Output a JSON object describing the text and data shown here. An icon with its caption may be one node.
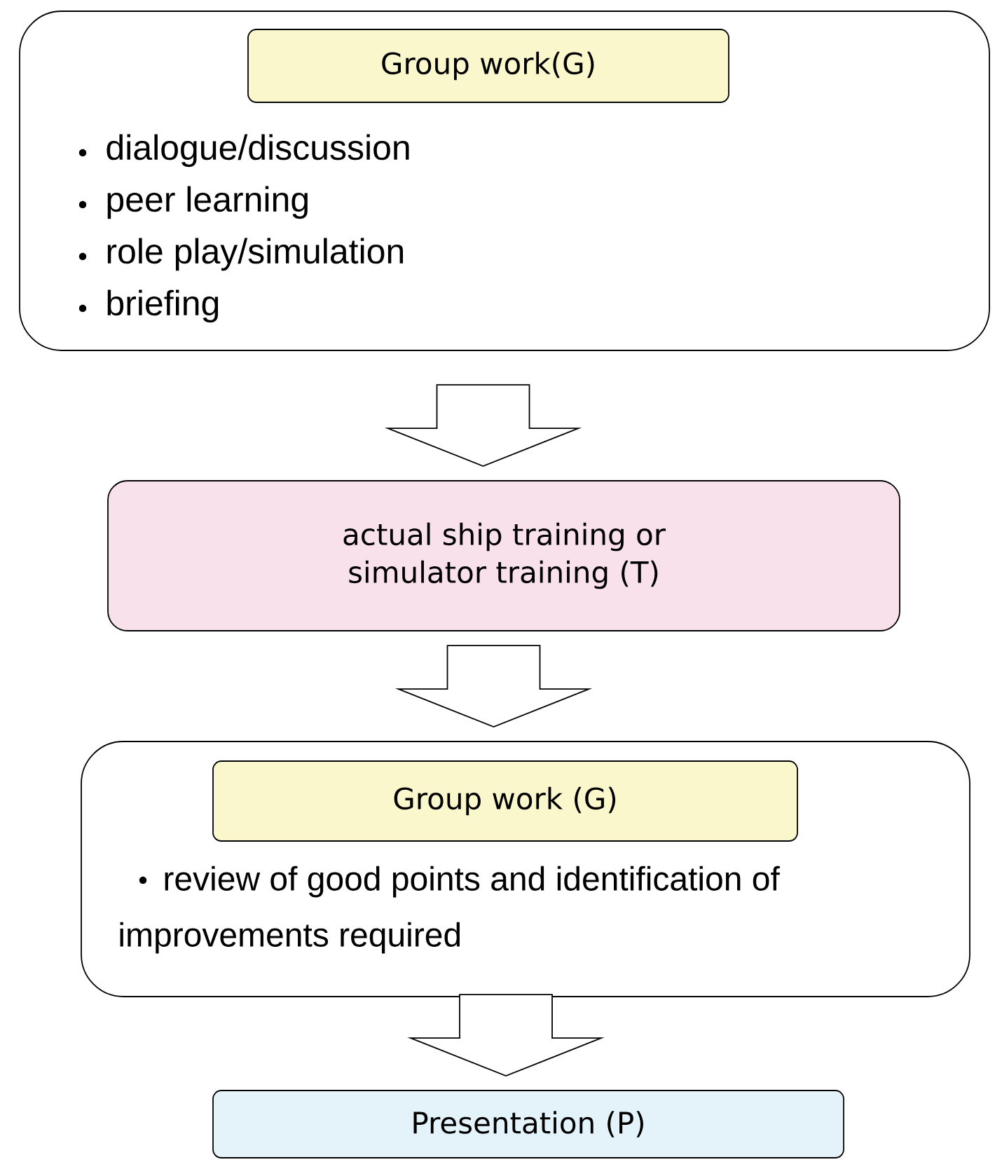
{
  "diagram": {
    "nodes": [
      {
        "text": [
          "dialogue/discussion",
          "peer learning",
          "role play/simulation",
          "briefing"
        ]
      },
      {
        "text": [
          "Group work(G)"
        ],
        "in": 0
      },
      {
        "text": [
          "actual ship training or simulator training (T)"
        ]
      },
      {
        "text": [
          "review of good points and identification of improvements required"
        ]
      },
      {
        "text": [
          "Group work (G)"
        ],
        "in": 3
      },
      {
        "text": [
          "Presentation (P)"
        ]
      }
    ],
    "edges": [
      {
        "from": 0,
        "to": 2,
        "arrow": "to"
      },
      {
        "from": 2,
        "to": 3,
        "arrow": "to"
      },
      {
        "from": 3,
        "to": 5,
        "arrow": "to"
      }
    ]
  }
}
